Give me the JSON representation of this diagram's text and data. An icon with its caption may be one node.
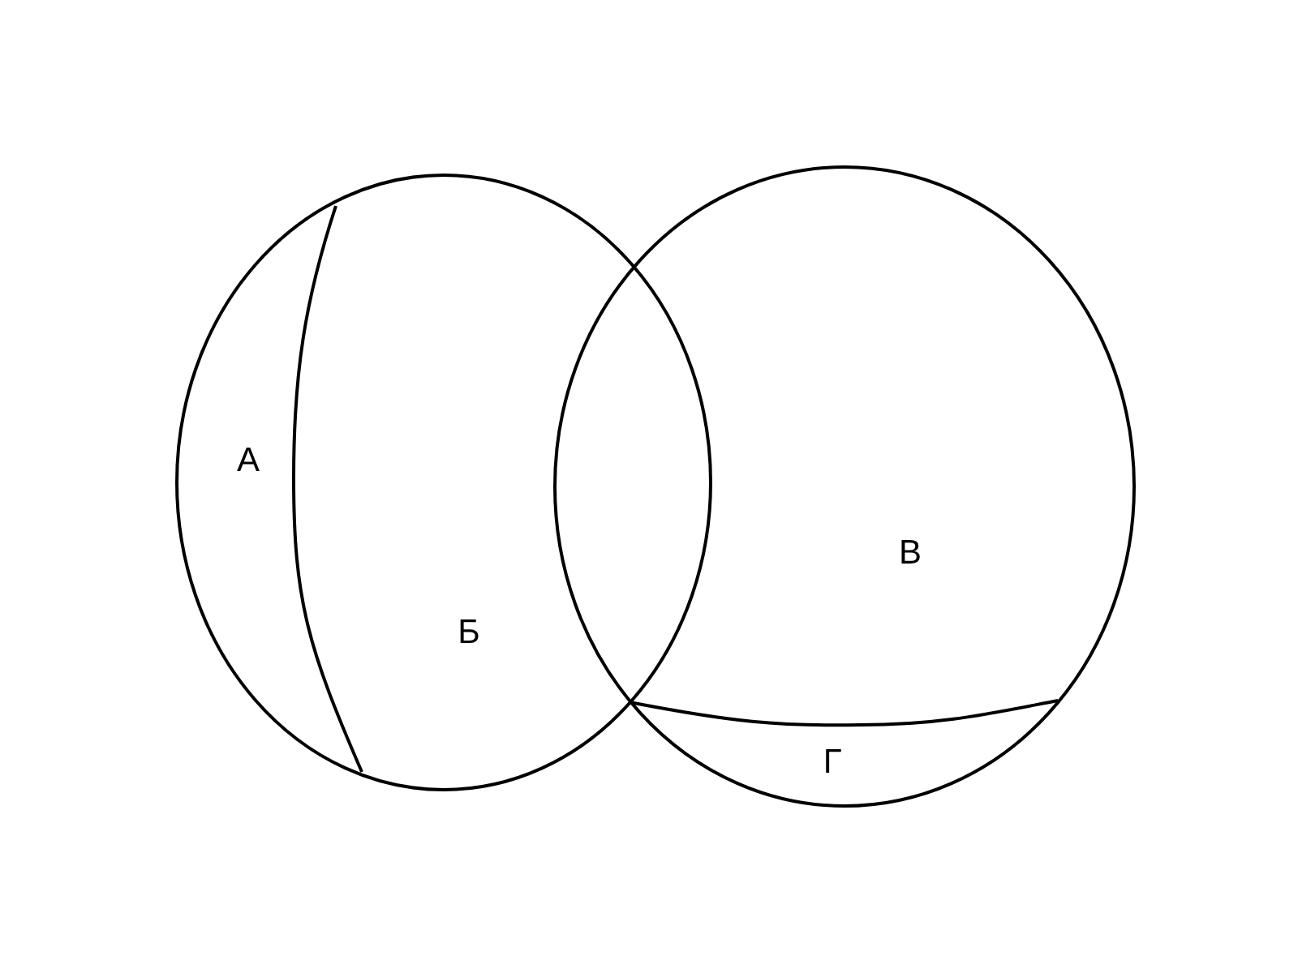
{
  "diagram": {
    "nodes": [
      {
        "text": [
          "А",
          "Б"
        ]
      },
      {
        "text": [
          "В",
          "Г"
        ]
      }
    ]
  }
}
